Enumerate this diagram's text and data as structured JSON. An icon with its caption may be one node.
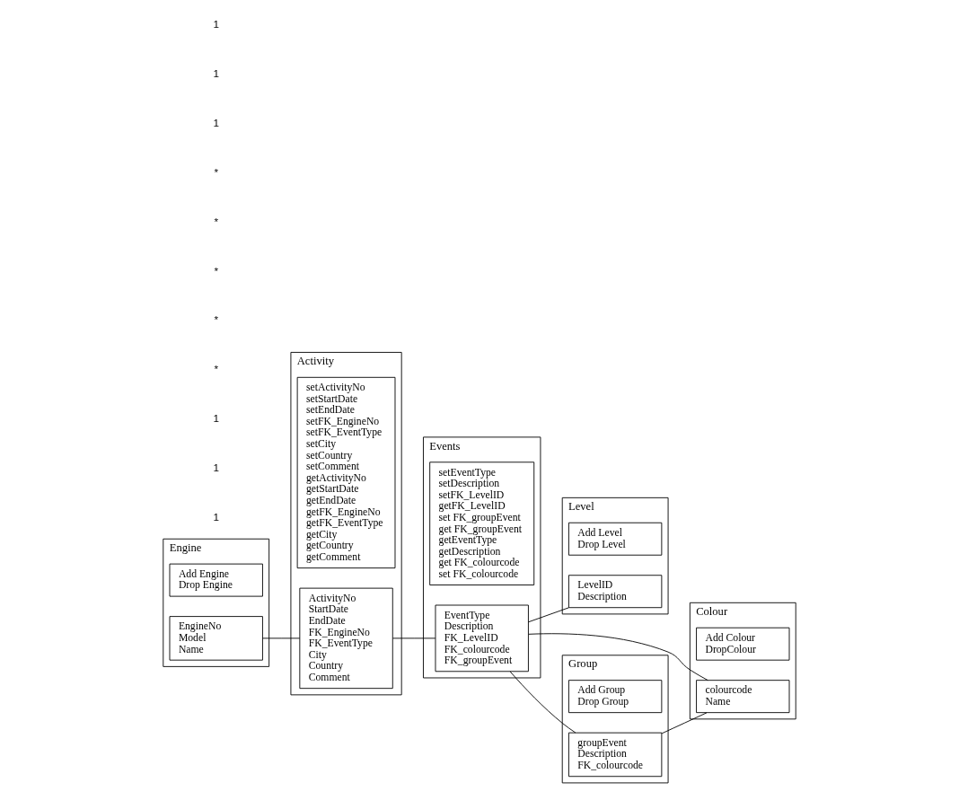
{
  "diagram": {
    "nodes": [
      {
        "text": [
          "Engine"
        ]
      },
      {
        "text": [
          "EngineNo",
          "Model",
          "Name"
        ],
        "in": 0
      },
      {
        "text": [
          "Add Engine",
          "Drop Engine"
        ],
        "in": 0
      },
      {
        "text": [
          "Activity"
        ]
      },
      {
        "text": [
          "ActivityNo",
          "StartDate",
          "EndDate",
          "FK_EngineNo",
          "FK_EventType",
          "City",
          "Country",
          "Comment"
        ],
        "in": 3
      },
      {
        "text": [
          "setActivityNo",
          "setStartDate",
          "setEndDate",
          "setFK_EngineNo",
          "setFK_EventType",
          "setCity",
          "setCountry",
          "setComment",
          "getActivityNo",
          "getStartDate",
          "getEndDate",
          "getFK_EngineNo",
          "getFK_EventType",
          "getCity",
          "getCountry",
          "getComment"
        ],
        "in": 3
      },
      {
        "text": [
          "Events"
        ]
      },
      {
        "text": [
          "EventType",
          "Description",
          "FK_LevelID",
          "FK_colourcode",
          "FK_groupEvent"
        ],
        "in": 6
      },
      {
        "text": [
          "setEventType",
          "setDescription",
          "setFK_LevelID",
          "getFK_LevelID",
          "set FK_groupEvent",
          "get FK_groupEvent",
          "getEventType",
          "getDescription",
          "get FK_colourcode",
          "set FK_colourcode"
        ],
        "in": 6
      },
      {
        "text": [
          "Level"
        ]
      },
      {
        "text": [
          "LevelID",
          "Description"
        ],
        "in": 9
      },
      {
        "text": [
          "Add Level",
          "Drop Level"
        ],
        "in": 9
      },
      {
        "text": [
          "Colour"
        ]
      },
      {
        "text": [
          "colourcode",
          "Name"
        ],
        "in": 12
      },
      {
        "text": [
          "Add Colour",
          "DropColour"
        ],
        "in": 12
      },
      {
        "text": [
          "Group"
        ]
      },
      {
        "text": [
          "groupEvent",
          "Description",
          "FK_colourcode"
        ],
        "in": 15
      },
      {
        "text": [
          "Add Group",
          "Drop Group"
        ],
        "in": 15
      }
    ],
    "edges": [
      {
        "from": 1,
        "to": 4,
        "arrow": "none"
      },
      {
        "from": 4,
        "to": 7,
        "arrow": "none"
      },
      {
        "from": 7,
        "to": 10,
        "arrow": "none"
      },
      {
        "from": 7,
        "to": 16,
        "arrow": "none"
      },
      {
        "from": 7,
        "to": 13,
        "arrow": "none"
      },
      {
        "from": 16,
        "to": 13,
        "arrow": "none"
      }
    ],
    "labels": [
      "1",
      "1",
      "1",
      "*",
      "*",
      "*",
      "*",
      "*",
      "1",
      "1",
      "1"
    ]
  }
}
